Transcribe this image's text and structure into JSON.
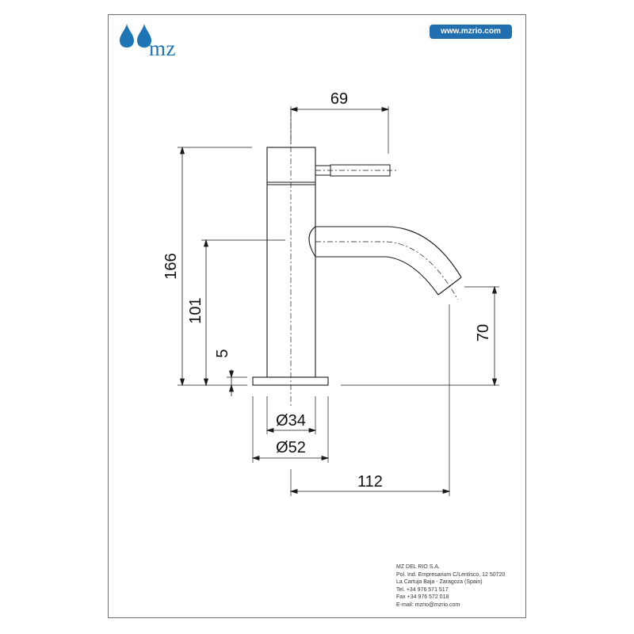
{
  "header": {
    "logo_text": "mz",
    "url": "www.mzrio.com",
    "brand_color": "#1e75b6",
    "badge_color": "#1f6fb1"
  },
  "dimensions": {
    "spout_reach_top": "69",
    "total_height": "166",
    "spout_height": "101",
    "base_thickness": "5",
    "outlet_height": "70",
    "body_diameter": "Ø34",
    "base_diameter": "Ø52",
    "projection": "112"
  },
  "company": {
    "name": "MZ DEL RIO S.A.",
    "address1": "Pol. Ind. Empresarium C/Lentisco, 12  50720",
    "address2": "La Cartuja Baja - Zaragoza (Spain)",
    "tel": "Tel. +34 976 571 517",
    "fax": "Fax +34 976 572 018",
    "email": "E-mail: mzrio@mzrio.com"
  }
}
